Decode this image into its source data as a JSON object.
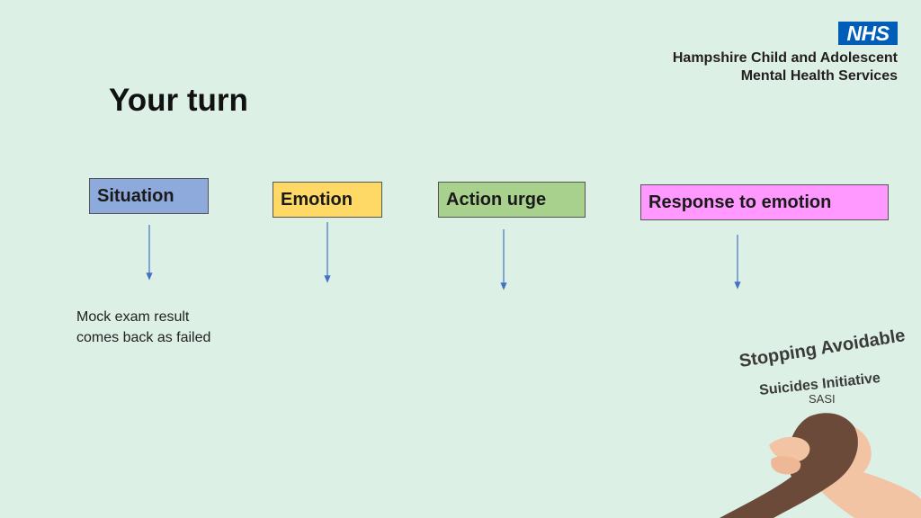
{
  "header": {
    "nhs_logo": "NHS",
    "org_line1": "Hampshire Child and Adolescent",
    "org_line2": "Mental Health Services"
  },
  "title": "Your turn",
  "flow": [
    {
      "label": "Situation",
      "color": "#8ea9db"
    },
    {
      "label": "Emotion",
      "color": "#ffd966"
    },
    {
      "label": "Action urge",
      "color": "#a9d18e"
    },
    {
      "label": "Response to emotion",
      "color": "#ff99ff"
    }
  ],
  "situation_example": "Mock exam result comes back as failed",
  "sasi": {
    "line1": "Stopping Avoidable",
    "line2": "Suicides Initiative",
    "abbr": "SASI"
  },
  "colors": {
    "background": "#dcf0e6",
    "nhs_blue": "#005eb8",
    "arrow": "#4472c4"
  }
}
